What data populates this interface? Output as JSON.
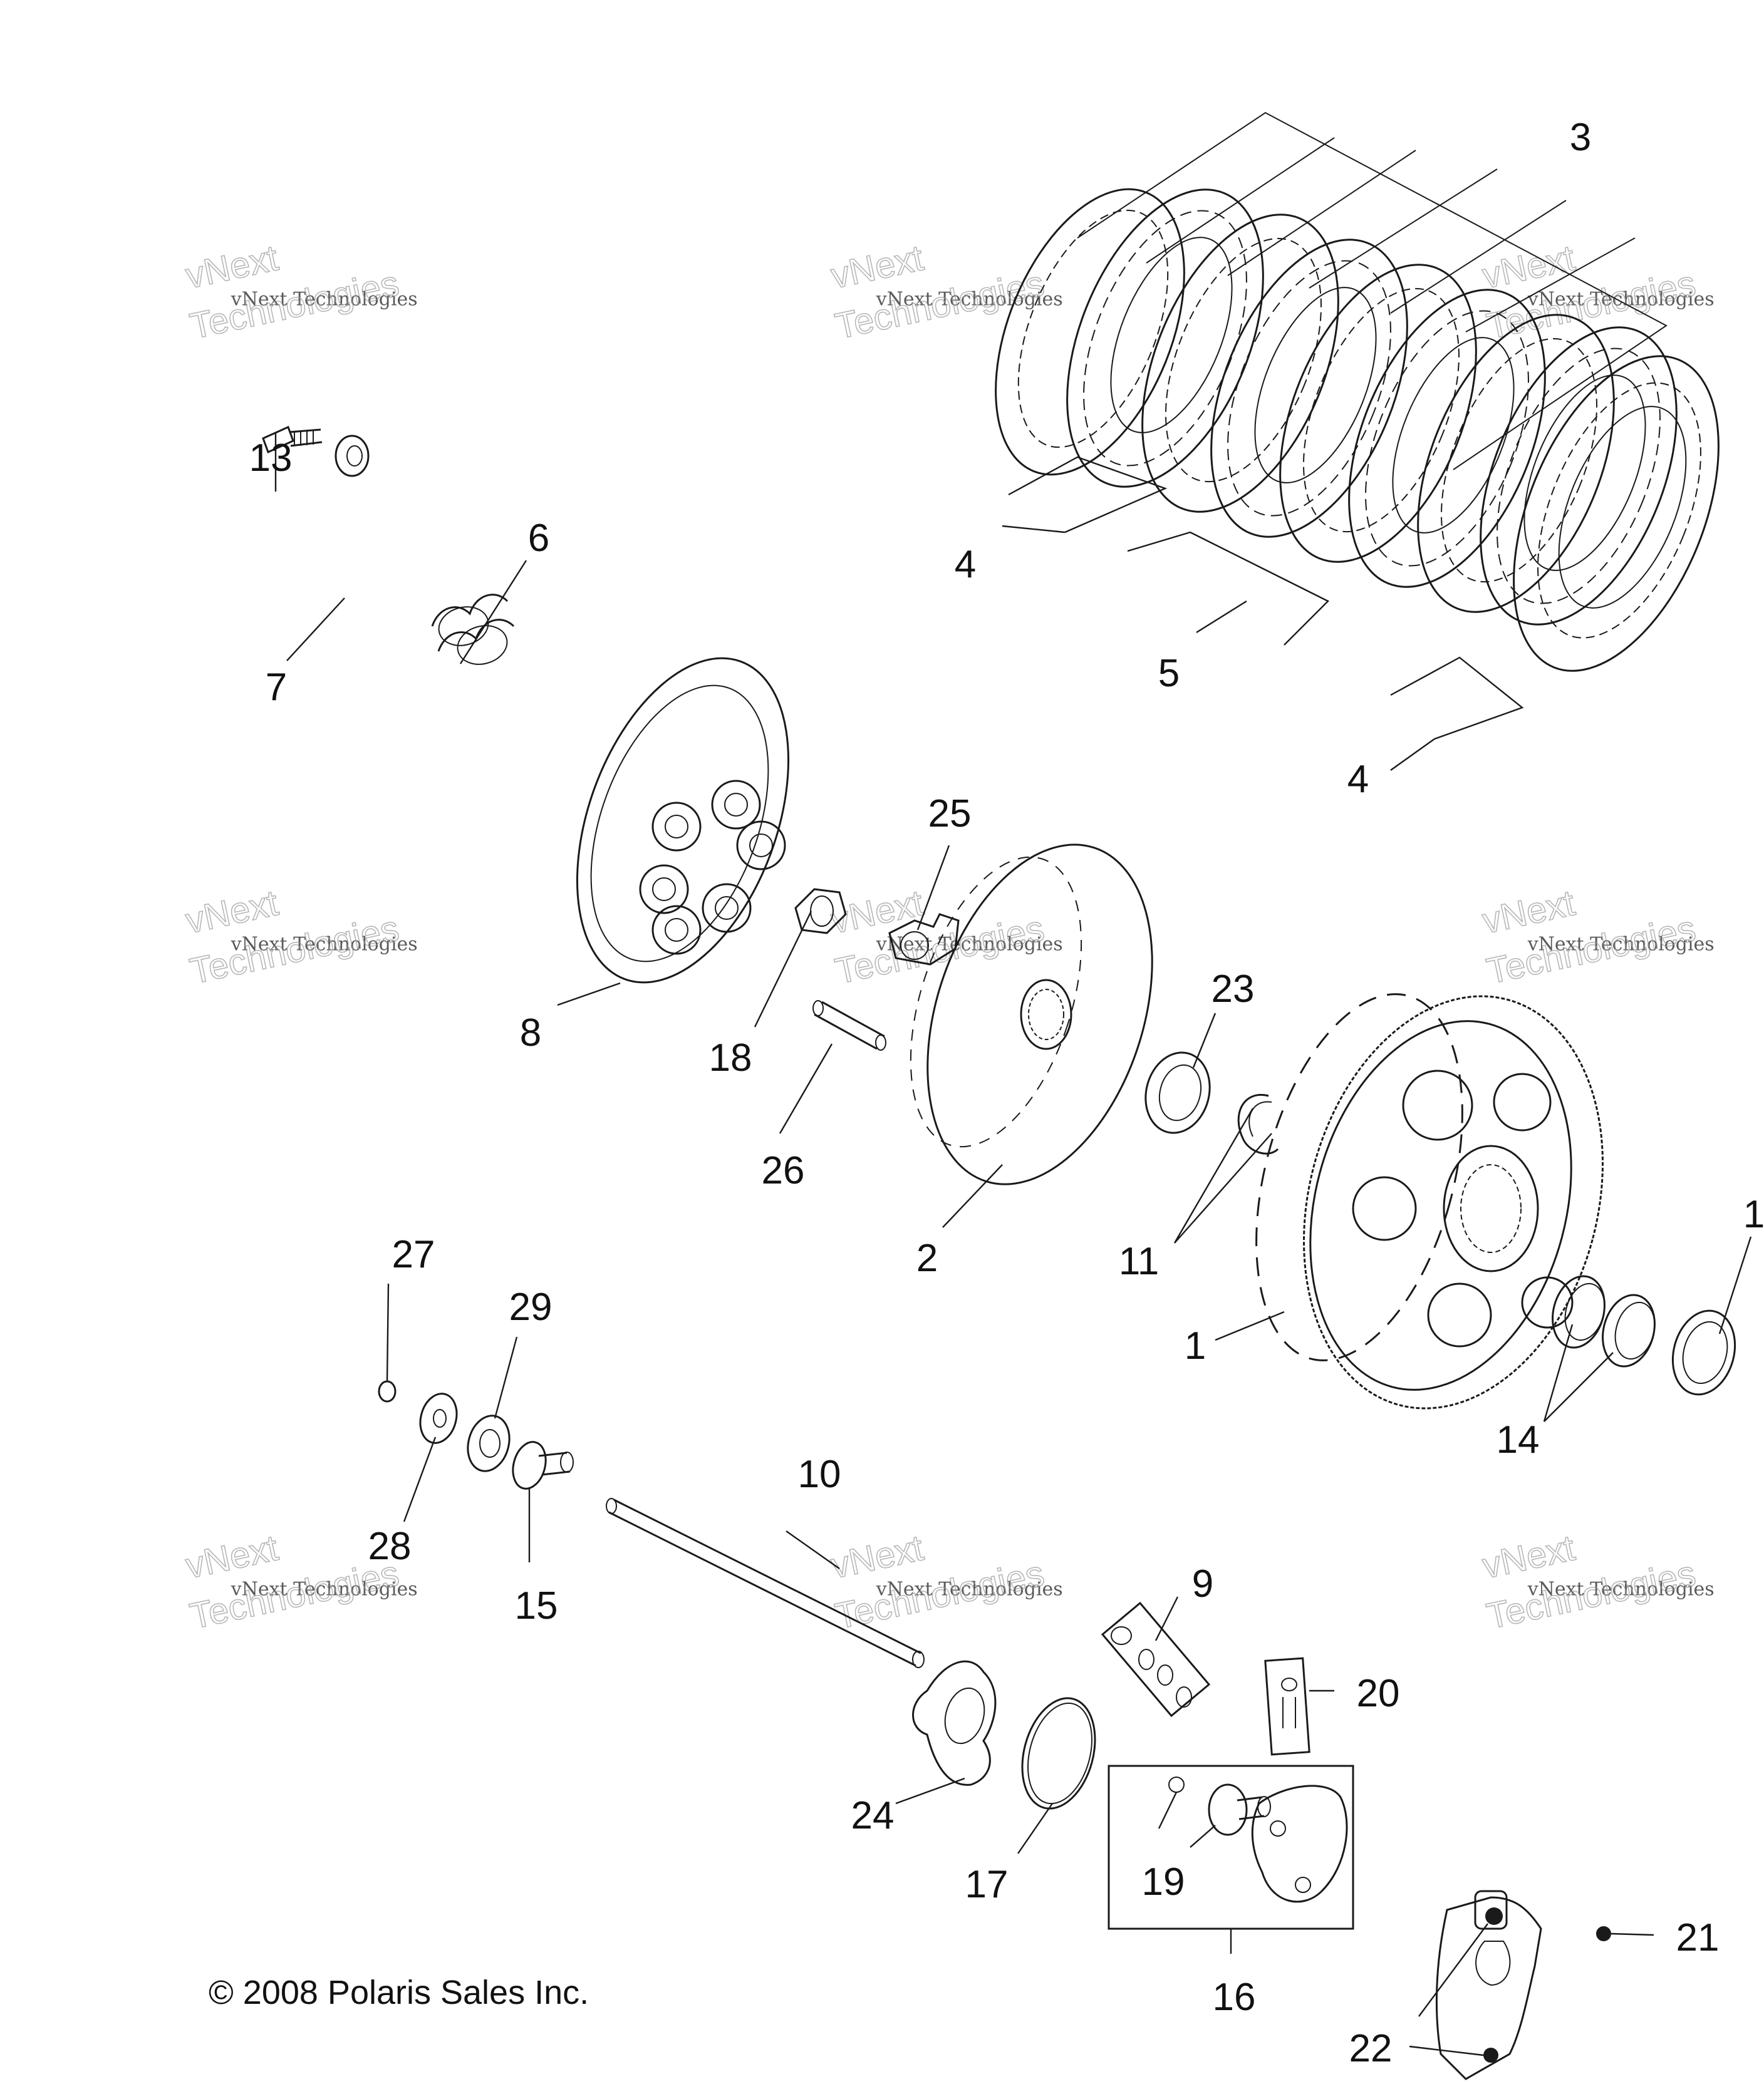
{
  "callouts": {
    "c1": "1",
    "c1b": "1",
    "c2": "2",
    "c3": "3",
    "c4a": "4",
    "c4b": "4",
    "c5": "5",
    "c6": "6",
    "c7": "7",
    "c8": "8",
    "c9": "9",
    "c10": "10",
    "c11": "11",
    "c13": "13",
    "c14": "14",
    "c15": "15",
    "c16": "16",
    "c17": "17",
    "c18": "18",
    "c19": "19",
    "c20": "20",
    "c21": "21",
    "c22": "22",
    "c23": "23",
    "c24": "24",
    "c25": "25",
    "c26": "26",
    "c27": "27",
    "c28": "28",
    "c29": "29"
  },
  "watermark": {
    "line1": "vNext",
    "line2": "vNext Technologies",
    "line3": "Technologies"
  },
  "copyright": "© 2008 Polaris Sales Inc."
}
